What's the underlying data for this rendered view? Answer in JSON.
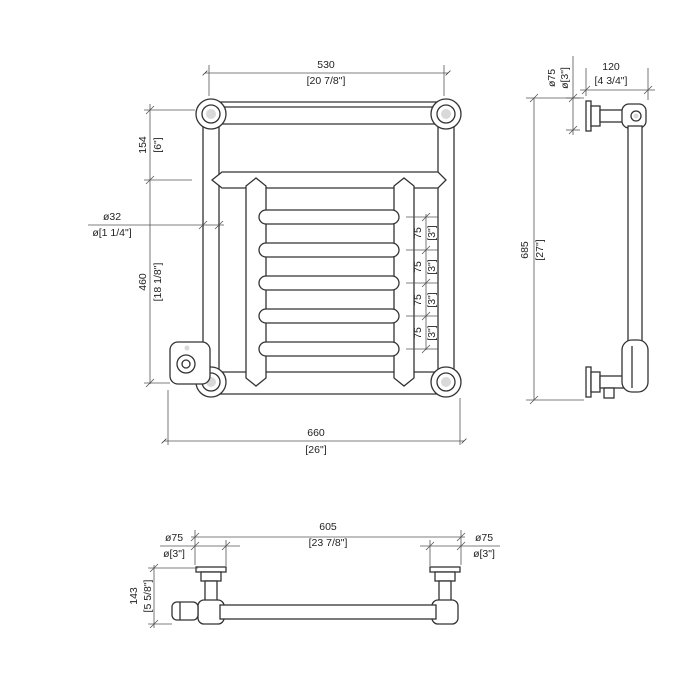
{
  "front": {
    "width": "530",
    "width_in": "[20 7/8\"]",
    "top_gap": "154",
    "top_gap_in": "[6\"]",
    "pipe_dia": "ø32",
    "pipe_dia_in": "ø[1 1/4\"]",
    "lower": "460",
    "lower_in": "[18 1/8\"]",
    "overall": "660",
    "overall_in": "[26\"]",
    "pitch": [
      "75",
      "75",
      "75",
      "75"
    ],
    "pitch_in": [
      "[3\"]",
      "[3\"]",
      "[3\"]",
      "[3\"]"
    ]
  },
  "side": {
    "flange": "ø75",
    "flange_in": "ø[3\"]",
    "depth": "120",
    "depth_in": "[4 3/4\"]",
    "height": "685",
    "height_in": "[27\"]"
  },
  "plan": {
    "span": "605",
    "span_in": "[23 7/8\"]",
    "left_flange": "ø75",
    "left_flange_in": "ø[3\"]",
    "right_flange": "ø75",
    "right_flange_in": "ø[3\"]",
    "depth": "143",
    "depth_in": "[5 5/8\"]"
  }
}
